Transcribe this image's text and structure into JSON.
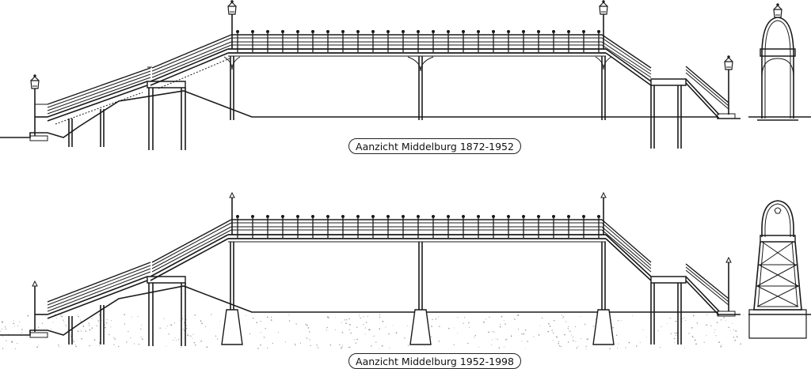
{
  "views": [
    {
      "id": "view-1872-1952",
      "caption": "Aanzicht Middelburg 1872-1952",
      "era": "historic",
      "lamps": "ornate-lanterns",
      "pier_base": "none"
    },
    {
      "id": "view-1952-1998",
      "caption": "Aanzicht Middelburg 1952-1998",
      "era": "modern",
      "lamps": "simple-posts",
      "pier_base": "concrete-footings"
    }
  ],
  "colors": {
    "line": "#1a1a1a",
    "ground_dots": "#9a9a9a",
    "background": "#ffffff"
  }
}
